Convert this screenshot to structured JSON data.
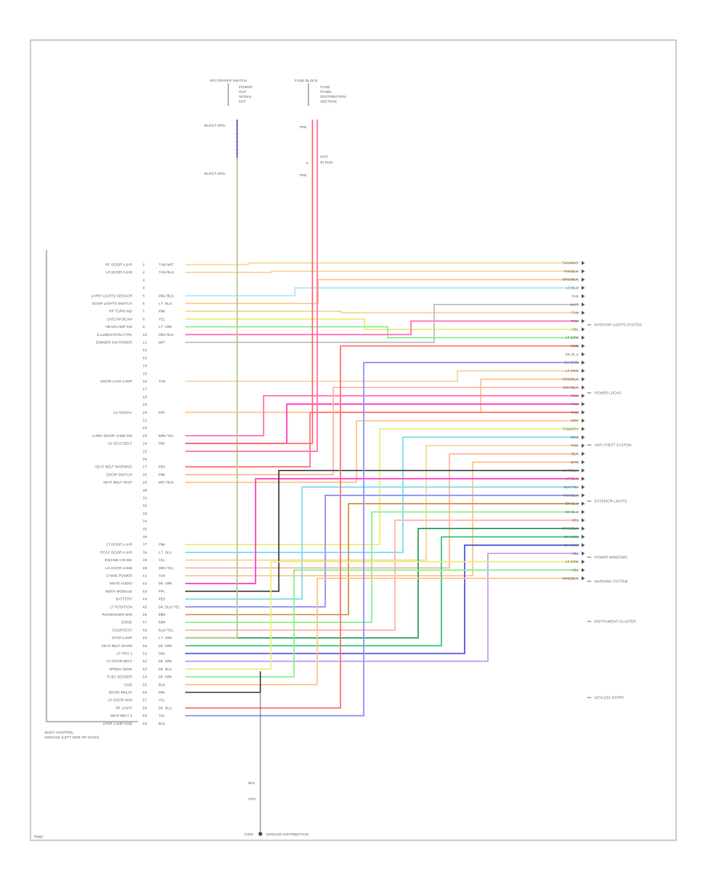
{
  "page_label": "TM82",
  "top": {
    "switch_label": "KEY DRIVER SWITCH",
    "switch_sub": [
      "POWER",
      "OUT",
      "SIGNAL",
      "CKT"
    ],
    "fuse_label": "FUSE BLOCK",
    "fuse_sub": [
      "FUSE",
      "PANEL",
      "DISTRIBUTION",
      "SECTION"
    ],
    "wire_a": "BLK/LT GRN",
    "wire_a2": "BLK/LT GRN",
    "wire_b": "PNK",
    "wire_b2": "PNK",
    "splice": "S",
    "note": [
      "HOT",
      "IN RUN"
    ]
  },
  "module": {
    "pin_labels": [
      "1",
      "2",
      "3",
      "4",
      "5",
      "6",
      "7",
      "8",
      "9",
      "10",
      "11",
      "12",
      "13",
      "14",
      "15",
      "16",
      "17",
      "18",
      "19",
      "20",
      "21",
      "22",
      "23",
      "24",
      "25",
      "26",
      "27",
      "28",
      "29",
      "30",
      "31",
      "32",
      "33",
      "34",
      "35",
      "36",
      "37",
      "38",
      "39",
      "40",
      "41",
      "42",
      "43",
      "44",
      "45",
      "46",
      "47",
      "48",
      "49",
      "50",
      "51",
      "52",
      "53",
      "54",
      "55",
      "56",
      "57",
      "58",
      "59",
      "60"
    ],
    "caption_1": "BODY CONTROL",
    "caption_2": "MODULE (LEFT SIDE OF DASH)"
  },
  "left_labels": [
    "RF DOOR AJAR",
    "LR DOOR AJAR",
    "",
    "",
    "LH/RH LIGHTS SENSOR",
    "DOOR LIGHTS SWITCH",
    "RF TURN IND",
    "LH/LOW BEAM",
    "HEADLAMP SW",
    "ILLUMINATION CTRL",
    "DIMMER SW POWER",
    "",
    "",
    "",
    "",
    "DOOR AJAR LAMP",
    "",
    "",
    "",
    "LH SIGNAL",
    "",
    "",
    "LH/RH DOOR JAMB SW",
    "LH SEAT BELT",
    "",
    "",
    "SEAT BELT WARNING",
    "DOOR SWITCH",
    "SEAT BELT TEST",
    "",
    "",
    "",
    "",
    "",
    "",
    "",
    "LT DOOR AJAR",
    "RF/LF DOOR AJAR",
    "ENGINE CRANK",
    "LH DOOR JAMB",
    "CHIME POWER",
    "MUTE AUDIO",
    "BODY MODULE",
    "BATTERY",
    "LT POSITION",
    "PASSENGER WIN",
    "DOME",
    "COURTESY",
    "STOP LAMP",
    "SEAT BELT WARN",
    "LT POS 3",
    "LT DOOR BELT",
    "SPEED SENS",
    "FUEL SENDER",
    "GND",
    "DOOR RELAY",
    "LH DOOR WIN",
    "RF LIGHT",
    "SEAT BELT 2",
    "STOP LAMP GND"
  ],
  "pin_colors": [
    "TAN/WHT",
    "TAN/BLK",
    "",
    "",
    "ORG/BLK",
    "LT BLU",
    "PNK",
    "YEL",
    "LT GRN",
    "ORG/BLK",
    "WHT",
    "",
    "",
    "",
    "",
    "TAN",
    "",
    "",
    "",
    "GRY",
    "",
    "",
    "BRN/YEL",
    "ORG",
    "",
    "",
    "RED",
    "PNK",
    "WHT/BLK",
    "",
    "",
    "",
    "",
    "",
    "",
    "",
    "PNK",
    "LT BLU",
    "YEL",
    "ORG/YEL",
    "TAN",
    "DK GRN",
    "PPL",
    "RED",
    "DK BLU/YEL",
    "BRN",
    "BRN",
    "BLK/YEL",
    "LT GRN",
    "DK GRN",
    "ORG",
    "DK GRN",
    "DK BLU",
    "DK GRN",
    "BLK",
    "ORG",
    "YEL",
    "DK BLU",
    "YEL",
    "BLK"
  ],
  "right_labels": [
    "TAN/WHT",
    "TAN/BLK",
    "ORG/BLK",
    "LT BLU",
    "TAN",
    "WHT",
    "TAN",
    "PNK",
    "YEL",
    "LT GRN",
    "RED",
    "DK BLU",
    "DK GRN",
    "LT GRN",
    "ORG/BLK",
    "GRY/BLK",
    "PNK",
    "PNK",
    "PNK",
    "GRY",
    "TAN/GRY",
    "ORG",
    "PNK",
    "BLK",
    "BRN",
    "WHT/BLK",
    "LT BLU",
    "BLK/YEL",
    "PNK/BLK",
    "DK BLU",
    "DK BLU",
    "YEL",
    "ORG/BLK",
    "DK GRN",
    "DK GRN",
    "YEL",
    "LT GRN",
    "YEL",
    "ORG/BLK"
  ],
  "systems": [
    "INTERIOR LIGHTS SYSTEM",
    "POWER LOCKS",
    "ANTI-THEFT SYSTEM",
    "EXTERIOR LIGHTS",
    "POWER WINDOWS",
    "WARNING SYSTEM",
    "INSTRUMENT CLUSTER",
    "KEYLESS ENTRY"
  ],
  "ground_label": [
    "BLK",
    "GRY"
  ],
  "ground_bottom": [
    "G200",
    "GROUND DISTRIBUTION"
  ],
  "chart_data": {
    "type": "wiring",
    "wire_colors": {
      "tan": "#f5d59a",
      "orange": "#ffc38a",
      "peach": "#ffb5a0",
      "lightblue": "#a8ecf6",
      "cyan": "#7cdbf2",
      "pink": "#ff6fb0",
      "magenta": "#ff3cbf",
      "red": "#ff7070",
      "yellow": "#ecec7a",
      "lightgreen": "#8cf08c",
      "green": "#3ac47a",
      "darkgreen": "#2a9a5a",
      "blue": "#8f8ff0",
      "darkblue": "#5050e0",
      "purple": "#c49af0",
      "brown": "#c9944a",
      "black": "#444444",
      "gray": "#bcbcbc",
      "olive": "#b8c890"
    }
  }
}
